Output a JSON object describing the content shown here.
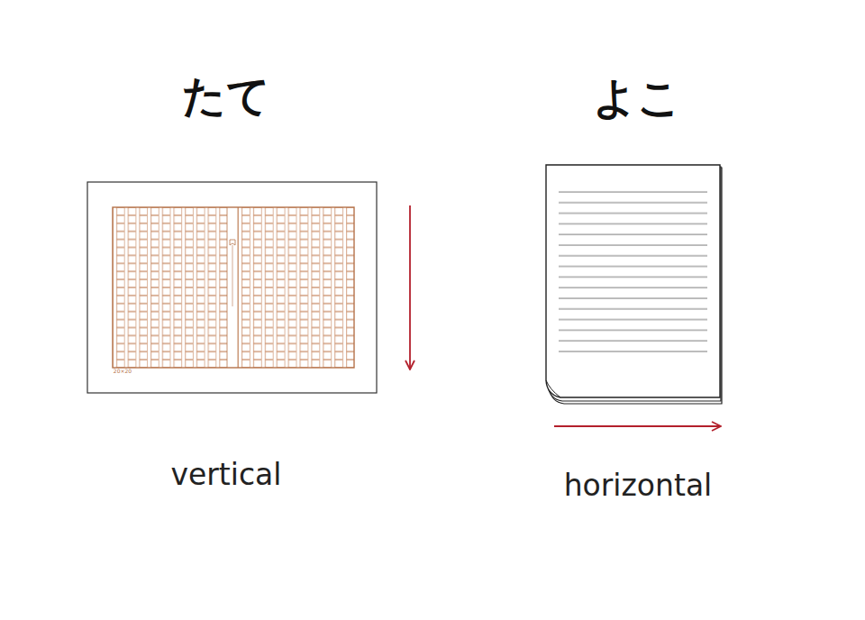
{
  "diagram": {
    "labels": [
      "たて",
      "よこ",
      "20×20",
      "vertical",
      "horizontal"
    ]
  }
}
